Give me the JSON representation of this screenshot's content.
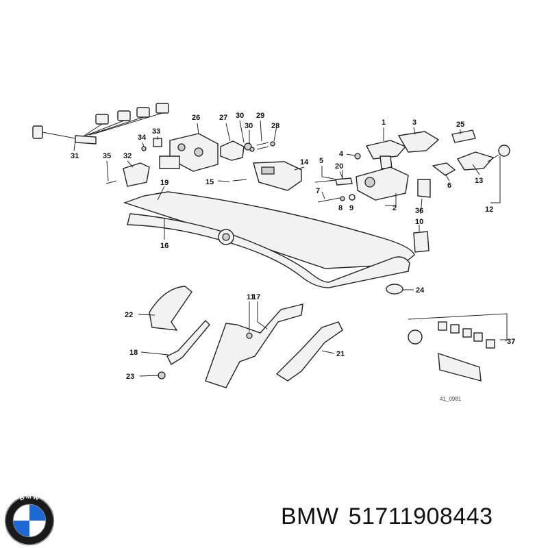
{
  "diagram": {
    "callouts": [
      "1",
      "2",
      "3",
      "4",
      "5",
      "6",
      "7",
      "8",
      "9",
      "10",
      "11",
      "12",
      "13",
      "14",
      "15",
      "16",
      "17",
      "18",
      "19",
      "20",
      "21",
      "22",
      "23",
      "24",
      "25",
      "26",
      "27",
      "28",
      "29",
      "30",
      "30",
      "31",
      "32",
      "33",
      "34",
      "35",
      "36",
      "37"
    ],
    "drawing_code": "41_0981"
  },
  "caption": {
    "brand": "BMW",
    "part_number": "51711908443"
  },
  "logo": {
    "text": "BMW",
    "colors": {
      "ring": "#1a1a1a",
      "blue": "#1c69d4",
      "white": "#ffffff"
    }
  }
}
